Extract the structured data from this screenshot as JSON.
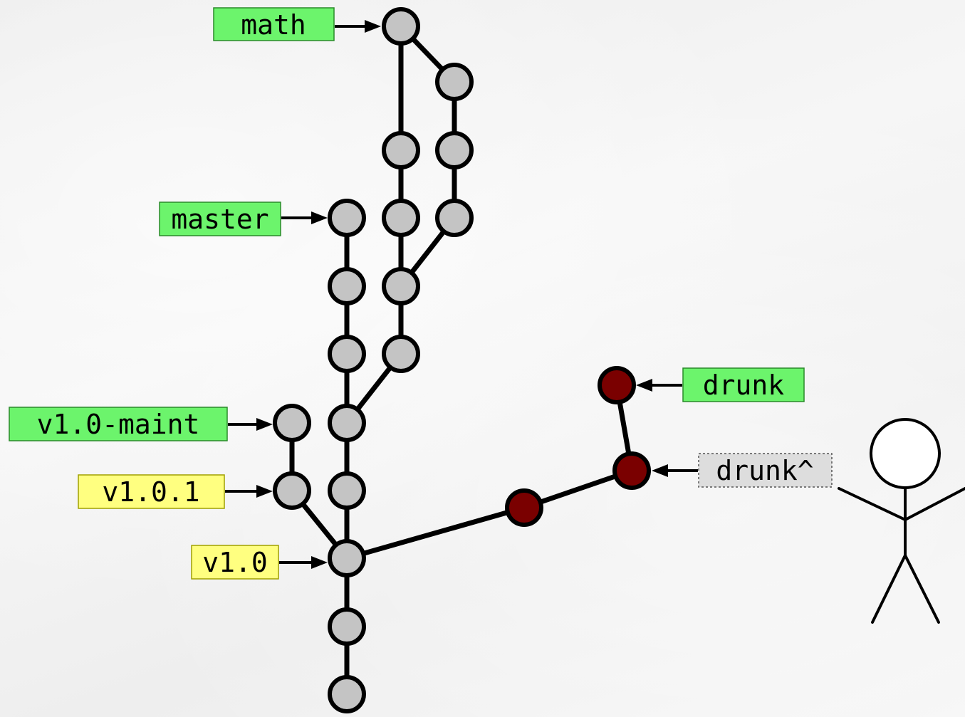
{
  "colors": {
    "branch": "#6cf46c",
    "tag": "#ffff80",
    "symbolic_ref": "#dddddd",
    "commit": "#c4c4c4",
    "highlight_commit": "#7a0000",
    "edge": "#000000"
  },
  "refs": {
    "math": "math",
    "master": "master",
    "v1_0_maint": "v1.0-maint",
    "v1_0_1": "v1.0.1",
    "v1_0": "v1.0",
    "drunk": "drunk",
    "drunk_parent": "drunk^"
  },
  "figure": "stick-figure"
}
